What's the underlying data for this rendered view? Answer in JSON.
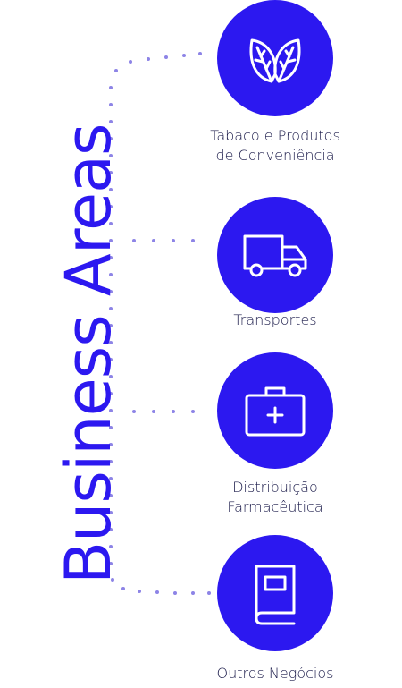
{
  "title": "Business Areas",
  "colors": {
    "accent": "#2c18f0",
    "dots": "#8d84e6",
    "label": "#1b1b4a"
  },
  "areas": [
    {
      "label": "Tabaco e Produtos\nde Conveniência",
      "icon": "leaves-icon"
    },
    {
      "label": "Transportes",
      "icon": "truck-icon"
    },
    {
      "label": "Distribuição\nFarmacêutica",
      "icon": "medical-kit-icon"
    },
    {
      "label": "Outros Negócios",
      "icon": "book-icon"
    }
  ]
}
